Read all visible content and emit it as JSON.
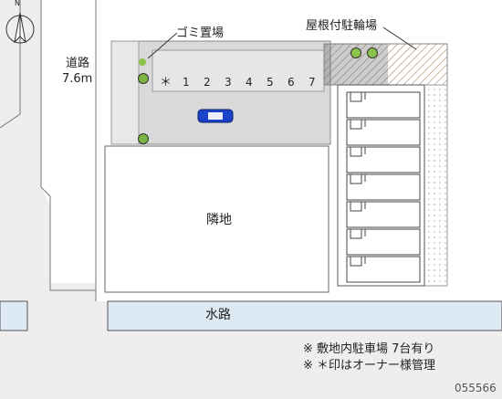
{
  "road": {
    "name": "道路",
    "width": "7.6m"
  },
  "labels": {
    "garbage": "ゴミ置場",
    "bike": "屋根付駐輪場",
    "neighbor": "隣地",
    "waterway": "水路"
  },
  "parking": {
    "mark": "＊",
    "spaces": [
      "1",
      "2",
      "3",
      "4",
      "5",
      "6",
      "7"
    ]
  },
  "compass": {
    "north": "N"
  },
  "notes": [
    "※ 敷地内駐車場 7台有り",
    "※ ＊印はオーナー様管理"
  ],
  "map_id": "055566",
  "colors": {
    "water": "#dde9f3",
    "lot": "#d8d8d8",
    "road": "#e8e8e8",
    "car": "#1b43c9"
  }
}
